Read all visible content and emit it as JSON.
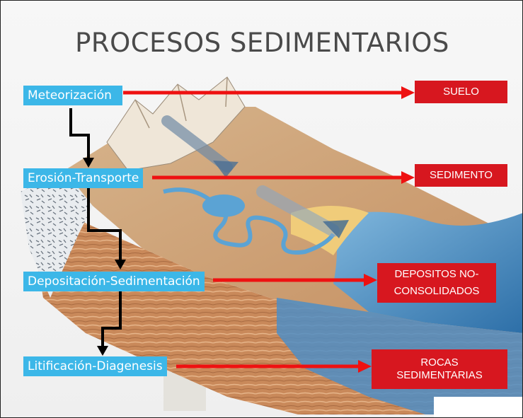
{
  "title": "PROCESOS SEDIMENTARIOS",
  "colors": {
    "node_bg": "#3cb7e8",
    "result_bg": "#d7171f",
    "arrow_red": "#ee1111",
    "flow_arrow": "#000000"
  },
  "processes": [
    {
      "label": "Meteorización"
    },
    {
      "label": "Erosión-Transporte"
    },
    {
      "label": "Depositación-Sedimentación"
    },
    {
      "label": "Litificación-Diagenesis"
    }
  ],
  "results": [
    {
      "line1": "SUELO",
      "line2": ""
    },
    {
      "line1": "SEDIMENTO",
      "line2": ""
    },
    {
      "line1": "DEPOSITOS NO-",
      "line2": "CONSOLIDADOS"
    },
    {
      "line1": "ROCAS",
      "line2": "SEDIMENTARIAS"
    }
  ]
}
